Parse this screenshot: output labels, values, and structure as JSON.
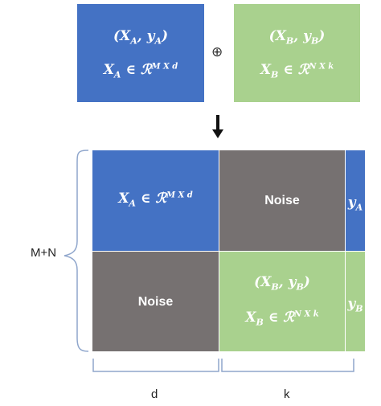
{
  "top": {
    "left_box": {
      "pair": "(Xₐ, yₐ)",
      "pair_text": "(X_A, y_A)",
      "membership": "X_A ∈ ℛ^{M X d}"
    },
    "operator": "⊕",
    "right_box": {
      "pair_text": "(X_B, y_B)",
      "membership": "X_B ∈ ℛ^{N X k}"
    }
  },
  "arrow": "↓",
  "grid": {
    "top_left": "X_A ∈ ℛ^{M X d}",
    "top_middle": "Noise",
    "top_right": "y_A",
    "bottom_left": "Noise",
    "bottom_middle_pair": "(X_B, y_B)",
    "bottom_middle_membership": "X_B ∈ ℛ^{N X k}",
    "bottom_right": "y_B"
  },
  "labels": {
    "rows": "M+N",
    "d": "d",
    "k": "k"
  },
  "colors": {
    "blue": "#4472c4",
    "green": "#a9d18e",
    "gray": "#767171",
    "bracket": "#8fa6cc"
  }
}
